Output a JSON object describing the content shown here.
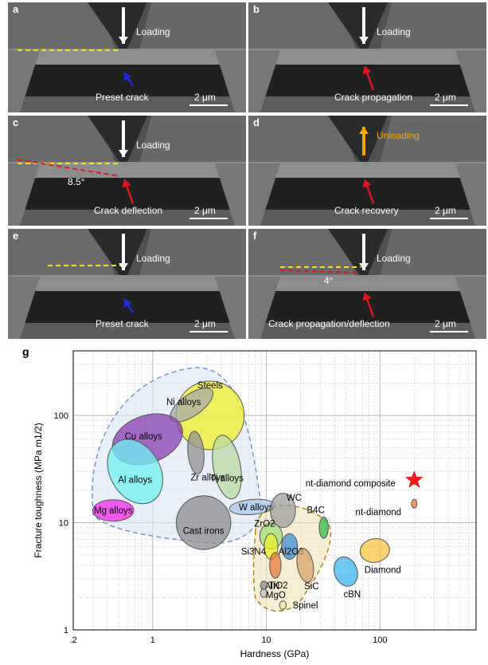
{
  "panels": [
    {
      "id": "a",
      "labels": [
        "Loading",
        "Preset crack"
      ],
      "scale": "2 μm"
    },
    {
      "id": "b",
      "labels": [
        "Loading",
        "Crack propagation"
      ],
      "scale": "2 μm"
    },
    {
      "id": "c",
      "labels": [
        "Loading",
        "Crack deflection",
        "8.5°"
      ],
      "scale": "2 μm"
    },
    {
      "id": "d",
      "labels": [
        "Unloading",
        "Crack recovery"
      ],
      "scale": "2 μm"
    },
    {
      "id": "e",
      "labels": [
        "Loading",
        "Preset crack"
      ],
      "scale": "2 μm"
    },
    {
      "id": "f",
      "labels": [
        "Loading",
        "Crack propagation/deflection",
        "4°"
      ],
      "scale": "2 μm"
    }
  ],
  "colors": {
    "loading_arrow": "#ffffff",
    "unloading_arrow": "#f5a800",
    "crack_arrow_red": "#e0161b",
    "crack_arrow_blue": "#1f2bd6",
    "dashed_yellow": "#f2e21a",
    "dashed_red": "#e0161b"
  },
  "chart_data": {
    "panel_label": "g",
    "type": "scatter",
    "xlabel": "Hardness (GPa)",
    "ylabel": "Fracture toughness (MPa m1/2)",
    "xscale": "log",
    "yscale": "log",
    "xlim": [
      0.2,
      700
    ],
    "ylim": [
      1,
      400
    ],
    "xticks": [
      ".2",
      "1",
      "10",
      "100"
    ],
    "yticks": [
      "1",
      "10",
      "100"
    ],
    "grid": true,
    "materials": [
      {
        "name": "Steels",
        "x": 3.2,
        "y": 100,
        "color": "#f0ef2a"
      },
      {
        "name": "Ni alloys",
        "x": 2.2,
        "y": 125,
        "color": "#a9a9a9"
      },
      {
        "name": "Cu alloys",
        "x": 0.9,
        "y": 60,
        "color": "#8a3fb0"
      },
      {
        "name": "Ti alloys",
        "x": 4.5,
        "y": 33,
        "color": "#b9dba0"
      },
      {
        "name": "Zr alloys",
        "x": 2.4,
        "y": 45,
        "color": "#909090"
      },
      {
        "name": "Al alloys",
        "x": 0.7,
        "y": 30,
        "color": "#6ff1f1"
      },
      {
        "name": "Mg alloys",
        "x": 0.45,
        "y": 13,
        "color": "#f029e8"
      },
      {
        "name": "W alloys",
        "x": 7.5,
        "y": 14,
        "color": "#a9c8ec"
      },
      {
        "name": "Cast irons",
        "x": 2.8,
        "y": 10,
        "color": "#8c8c8c"
      },
      {
        "name": "WC",
        "x": 14,
        "y": 13,
        "color": "#9f9f9f"
      },
      {
        "name": "B4C",
        "x": 32,
        "y": 9,
        "color": "#2fb84a"
      },
      {
        "name": "ZrO2",
        "x": 11,
        "y": 7.5,
        "color": "#9be07a"
      },
      {
        "name": "Al2O3",
        "x": 16,
        "y": 6,
        "color": "#3b8fcf"
      },
      {
        "name": "Si3N4",
        "x": 11,
        "y": 6,
        "color": "#f0ef2a"
      },
      {
        "name": "SiC",
        "x": 22,
        "y": 4,
        "color": "#d6a26a"
      },
      {
        "name": "AlN",
        "x": 12,
        "y": 4,
        "color": "#e57a3c"
      },
      {
        "name": "Diamond",
        "x": 90,
        "y": 5.5,
        "color": "#f8c542"
      },
      {
        "name": "cBN",
        "x": 50,
        "y": 3.5,
        "color": "#3bb6e8"
      },
      {
        "name": "TiO2",
        "x": 9.5,
        "y": 2.6,
        "color": "#8c8c8c"
      },
      {
        "name": "MgO",
        "x": 9.5,
        "y": 2.2,
        "color": "#c0c0c0"
      },
      {
        "name": "Spinel",
        "x": 14,
        "y": 1.7,
        "color": "#f2e4a0"
      },
      {
        "name": "nt-diamond",
        "x": 200,
        "y": 15,
        "color": "#e07a3c"
      },
      {
        "name": "nt-diamond composite",
        "x": 200,
        "y": 25,
        "color": "#ee1c1c"
      }
    ]
  }
}
